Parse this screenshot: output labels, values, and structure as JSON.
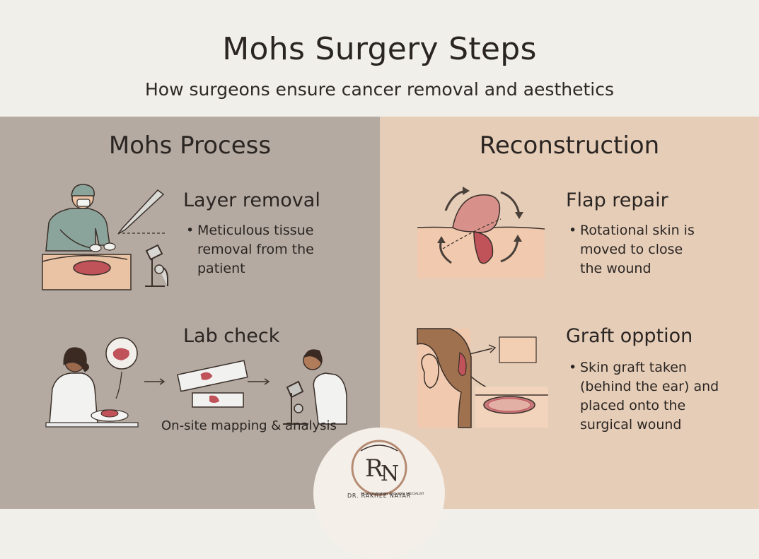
{
  "header": {
    "title": "Mohs Surgery Steps",
    "subtitle": "How surgeons ensure cancer removal and aesthetics"
  },
  "left": {
    "heading": "Mohs Process",
    "steps": [
      {
        "title": "Layer removal",
        "lines": [
          "Meticulous tissue",
          "removal from the",
          "patient"
        ]
      },
      {
        "title": "Lab check",
        "caption": "On-site mapping & analysis"
      }
    ]
  },
  "right": {
    "heading": "Reconstruction",
    "steps": [
      {
        "title": "Flap repair",
        "lines": [
          "Rotational skin is",
          "moved to close",
          "the wound"
        ]
      },
      {
        "title": "Graft opption",
        "lines": [
          "Skin graft taken",
          "(behind the ear) and",
          "placed onto the",
          "surgical wound"
        ]
      }
    ]
  },
  "logo": {
    "monogram_left": "R",
    "monogram_right": "N",
    "ring_text": "MOHS SURGEON AND SKIN SPECIALIST",
    "name": "DR. RAKHEE NAYAR"
  },
  "colors": {
    "header_bg": "#f1efea",
    "left_bg": "#b5aaa1",
    "right_bg": "#e6cdb8",
    "wound": "#c0525a",
    "skin": "#e9c3a4",
    "scrubs": "#8aa39b"
  }
}
